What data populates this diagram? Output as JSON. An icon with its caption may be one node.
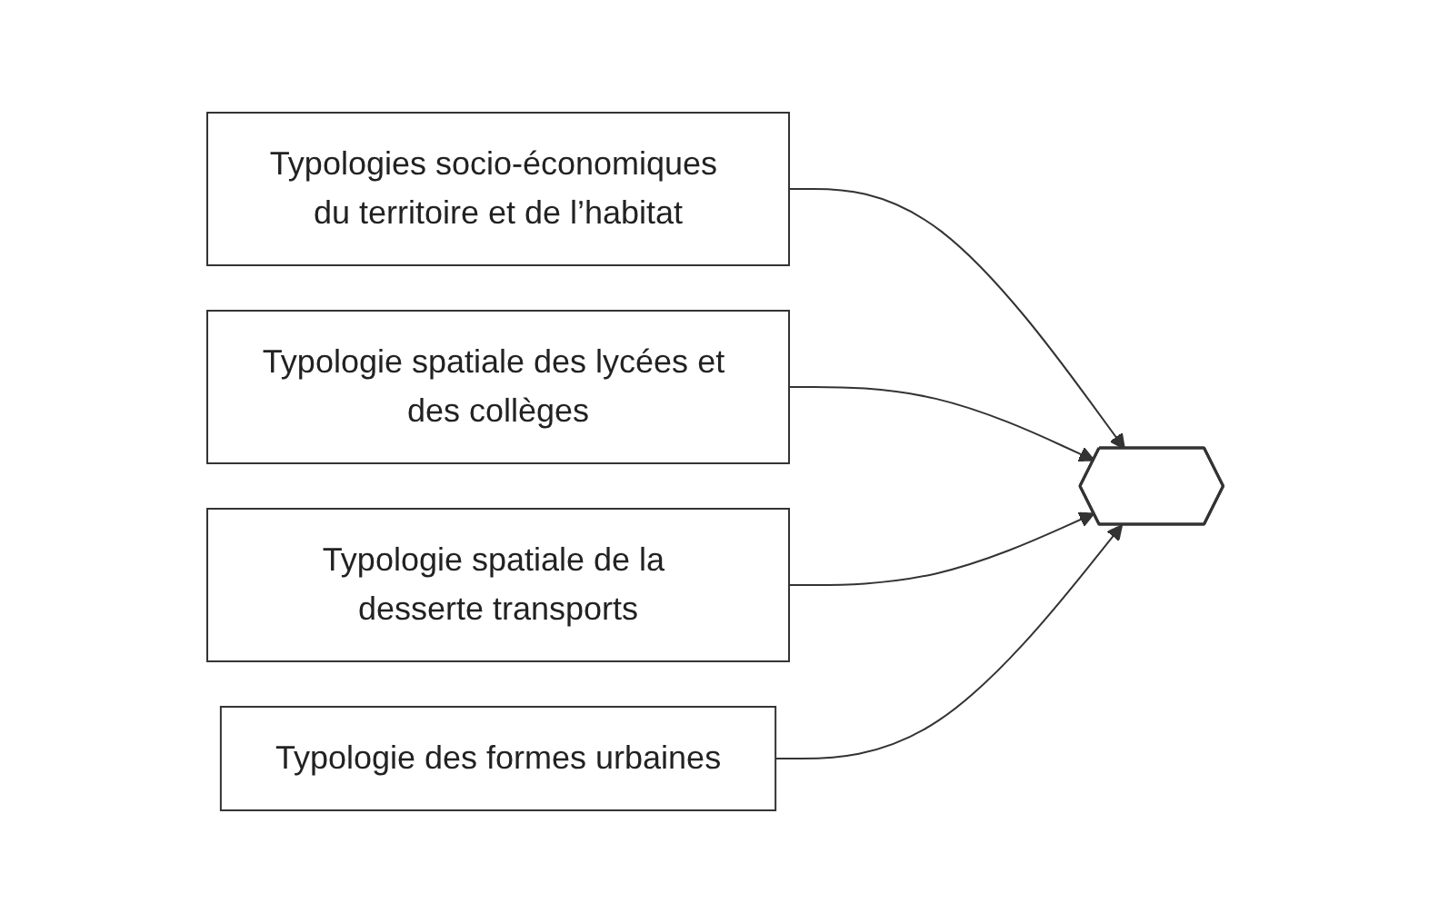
{
  "diagram": {
    "nodes": [
      {
        "text": [
          "Typologies socio-économiques du territoire et de l’habitat"
        ]
      },
      {
        "text": [
          "Typologie spatiale des lycées et des collèges"
        ]
      },
      {
        "text": [
          "Typologie spatiale de la desserte transports"
        ]
      },
      {
        "text": [
          "Typologie des formes urbaines"
        ]
      },
      {
        "text": [],
        "shape": "star"
      }
    ],
    "edges": [
      {
        "from": 0,
        "to": 4,
        "arrow": "to"
      },
      {
        "from": 1,
        "to": 4,
        "arrow": "to"
      },
      {
        "from": 2,
        "to": 4,
        "arrow": "to"
      },
      {
        "from": 3,
        "to": 4,
        "arrow": "to"
      }
    ]
  }
}
